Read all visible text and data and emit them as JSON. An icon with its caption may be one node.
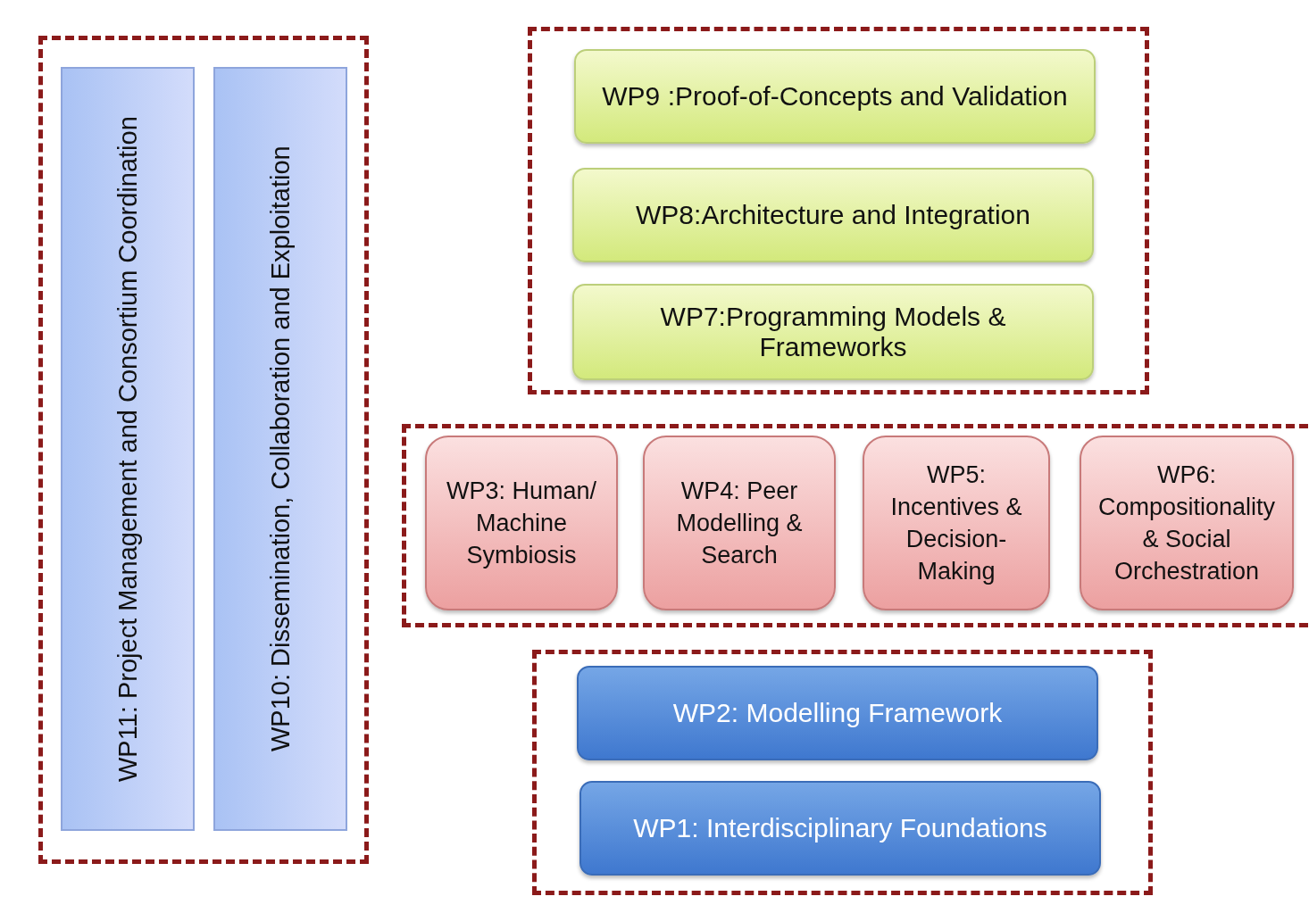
{
  "diagram": {
    "nodes": [
      {
        "text": [],
        "shape": "box"
      },
      {
        "text": [
          "WP11: Project Management and Consortium Coordination"
        ],
        "in": 0
      },
      {
        "text": [
          "WP10: Dissemination, Collaboration and Exploitation"
        ],
        "in": 0
      },
      {
        "text": [],
        "shape": "box"
      },
      {
        "text": [
          "WP9 :Proof-of-Concepts and Validation"
        ],
        "in": 3
      },
      {
        "text": [
          "WP8:Architecture and Integration"
        ],
        "in": 3
      },
      {
        "text": [
          "WP7:Programming Models & Frameworks"
        ],
        "in": 3
      },
      {
        "text": [],
        "shape": "box"
      },
      {
        "text": [
          "WP3: Human/ Machine Symbiosis"
        ],
        "in": 7
      },
      {
        "text": [
          "WP4: Peer Modelling & Search"
        ],
        "in": 7
      },
      {
        "text": [
          "WP5: Incentives & Decision-Making"
        ],
        "in": 7
      },
      {
        "text": [
          "WP6: Compositionality & Social Orchestration"
        ],
        "in": 7
      },
      {
        "text": [],
        "shape": "box"
      },
      {
        "text": [
          "WP2: Modelling Framework"
        ],
        "in": 12
      },
      {
        "text": [
          "WP1: Interdisciplinary Foundations"
        ],
        "in": 12
      }
    ]
  }
}
